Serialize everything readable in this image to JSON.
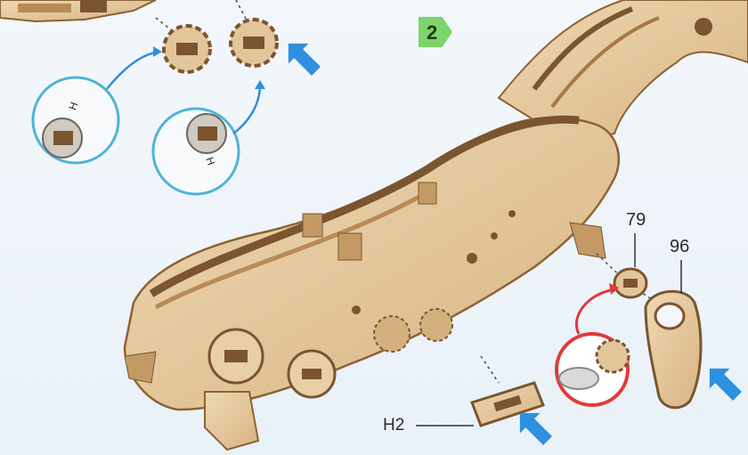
{
  "step": {
    "number": "2"
  },
  "parts": {
    "gear_left_label": "H",
    "gear_right_label": "H",
    "part_79": "79",
    "part_96": "96",
    "part_h2": "H2"
  },
  "colors": {
    "wood": "#e3c59a",
    "wood_dark": "#b88a55",
    "wood_shadow": "#7a5530",
    "arrow_blue": "#2f8fe0",
    "detail_ring": "#4fb4d8",
    "highlight_red": "#e03a3a",
    "step_green": "#7fd36b"
  }
}
